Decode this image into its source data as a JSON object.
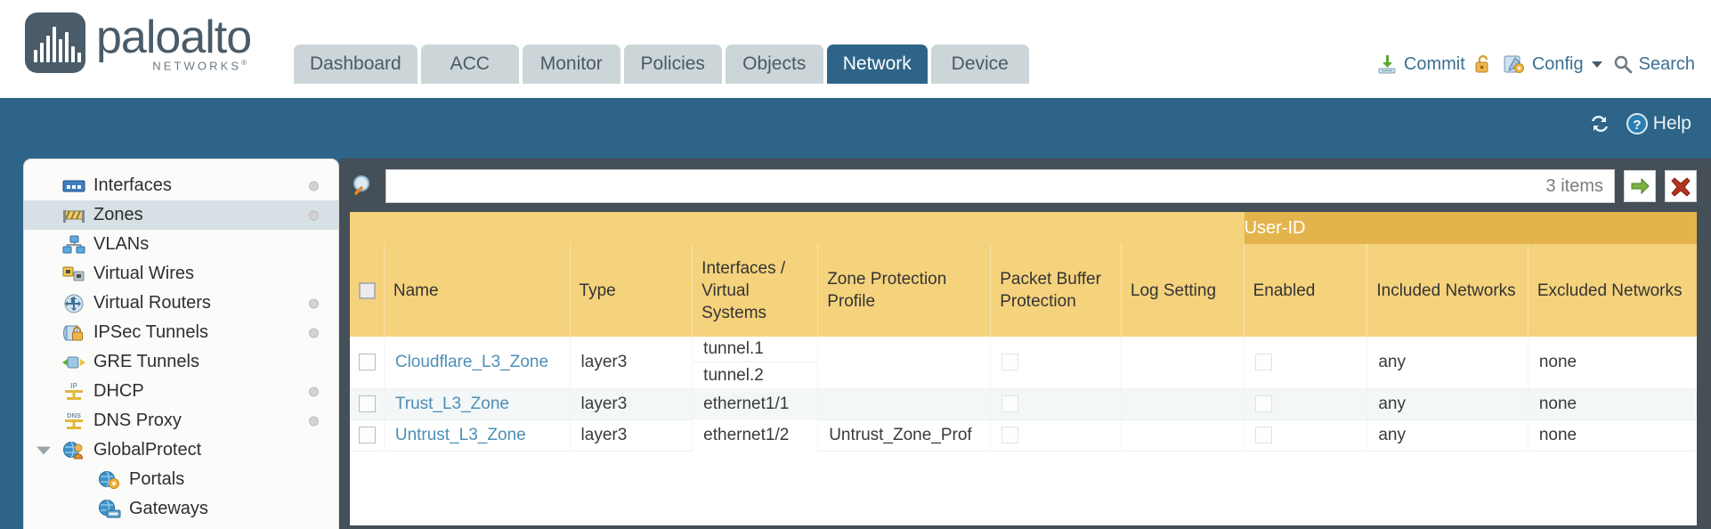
{
  "brand": {
    "name": "paloalto",
    "tagline": "NETWORKS",
    "registered": "®",
    "logo_icon": "paloalto-logo-icon"
  },
  "nav": {
    "tabs": [
      {
        "label": "Dashboard",
        "active": false
      },
      {
        "label": "ACC",
        "active": false
      },
      {
        "label": "Monitor",
        "active": false
      },
      {
        "label": "Policies",
        "active": false
      },
      {
        "label": "Objects",
        "active": false
      },
      {
        "label": "Network",
        "active": true
      },
      {
        "label": "Device",
        "active": false
      }
    ]
  },
  "header_actions": {
    "commit": {
      "label": "Commit",
      "icon": "commit-icon"
    },
    "lock": {
      "label": "",
      "icon": "unlock-icon"
    },
    "config": {
      "label": "Config",
      "icon": "config-icon",
      "caret": "chevron-down-icon"
    },
    "search": {
      "label": "Search",
      "icon": "search-icon"
    }
  },
  "strip": {
    "refresh": {
      "icon": "refresh-icon"
    },
    "help": {
      "label": "Help",
      "icon": "help-icon"
    }
  },
  "sidebar": {
    "items": [
      {
        "label": "Interfaces",
        "icon": "interfaces-icon",
        "selected": false,
        "dot": true,
        "child": false,
        "caret": false
      },
      {
        "label": "Zones",
        "icon": "zones-icon",
        "selected": true,
        "dot": true,
        "child": false,
        "caret": false
      },
      {
        "label": "VLANs",
        "icon": "vlans-icon",
        "selected": false,
        "dot": false,
        "child": false,
        "caret": false
      },
      {
        "label": "Virtual Wires",
        "icon": "virtual-wires-icon",
        "selected": false,
        "dot": false,
        "child": false,
        "caret": false
      },
      {
        "label": "Virtual Routers",
        "icon": "virtual-routers-icon",
        "selected": false,
        "dot": true,
        "child": false,
        "caret": false
      },
      {
        "label": "IPSec Tunnels",
        "icon": "ipsec-tunnels-icon",
        "selected": false,
        "dot": true,
        "child": false,
        "caret": false
      },
      {
        "label": "GRE Tunnels",
        "icon": "gre-tunnels-icon",
        "selected": false,
        "dot": false,
        "child": false,
        "caret": false
      },
      {
        "label": "DHCP",
        "icon": "dhcp-icon",
        "selected": false,
        "dot": true,
        "child": false,
        "caret": false
      },
      {
        "label": "DNS Proxy",
        "icon": "dns-proxy-icon",
        "selected": false,
        "dot": true,
        "child": false,
        "caret": false
      },
      {
        "label": "GlobalProtect",
        "icon": "globalprotect-icon",
        "selected": false,
        "dot": false,
        "child": false,
        "caret": true
      },
      {
        "label": "Portals",
        "icon": "portals-icon",
        "selected": false,
        "dot": false,
        "child": true,
        "caret": false
      },
      {
        "label": "Gateways",
        "icon": "gateways-icon",
        "selected": false,
        "dot": false,
        "child": true,
        "caret": false
      }
    ]
  },
  "search_bar": {
    "icon": "search-magnifier-icon",
    "value": "",
    "placeholder": "",
    "items_count": "3 items",
    "apply_button": {
      "icon": "apply-arrow-icon"
    },
    "clear_button": {
      "icon": "clear-x-icon"
    }
  },
  "table": {
    "group_header": {
      "label": "User-ID",
      "span": 3
    },
    "columns": [
      "Name",
      "Type",
      "Interfaces / Virtual Systems",
      "Zone Protection Profile",
      "Packet Buffer Protection",
      "Log Setting",
      "Enabled",
      "Included Networks",
      "Excluded Networks"
    ],
    "select_all_checkbox": true,
    "rows": [
      {
        "selected": false,
        "name": "Cloudflare_L3_Zone",
        "type": "layer3",
        "interfaces": [
          "tunnel.1",
          "tunnel.2"
        ],
        "zone_protection_profile": "",
        "packet_buffer_protection": false,
        "log_setting": "",
        "userid_enabled": false,
        "included_networks": "any",
        "excluded_networks": "none"
      },
      {
        "selected": false,
        "name": "Trust_L3_Zone",
        "type": "layer3",
        "interfaces": [
          "ethernet1/1"
        ],
        "zone_protection_profile": "",
        "packet_buffer_protection": false,
        "log_setting": "",
        "userid_enabled": false,
        "included_networks": "any",
        "excluded_networks": "none"
      },
      {
        "selected": false,
        "name": "Untrust_L3_Zone",
        "type": "layer3",
        "interfaces": [
          "ethernet1/2"
        ],
        "zone_protection_profile": "Untrust_Zone_Prof",
        "packet_buffer_protection": false,
        "log_setting": "",
        "userid_enabled": false,
        "included_networks": "any",
        "excluded_networks": "none"
      }
    ]
  },
  "colors": {
    "brand_blue": "#2e6487",
    "table_header_yellow": "#f5d27c",
    "group_header_yellow": "#e4b44c",
    "link_blue": "#4d8fb5",
    "panel_dark": "#454f58"
  }
}
